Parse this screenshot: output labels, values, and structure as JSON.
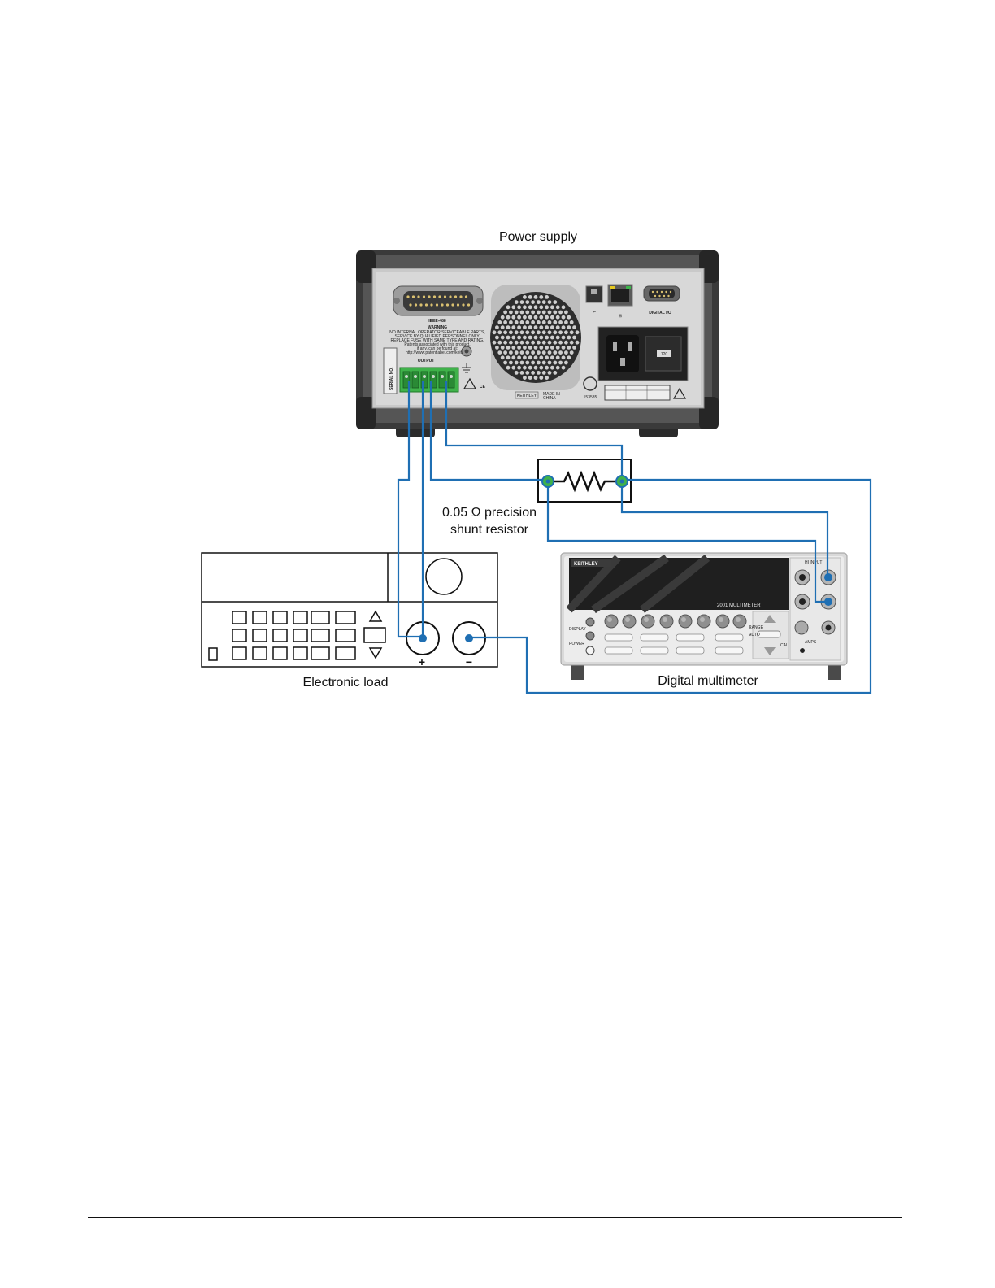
{
  "labels": {
    "power_supply": "Power supply",
    "shunt_line1": "0.05 Ω precision",
    "shunt_line2": "shunt resistor",
    "electronic_load": "Electronic load",
    "digital_multimeter": "Digital multimeter",
    "load_plus": "+",
    "load_minus": "−"
  },
  "power_supply_panel": {
    "ieee_label": "IEEE-488",
    "warning_title": "WARNING",
    "warning_line1": "NO INTERNAL OPERATOR SERVICEABLE PARTS,",
    "warning_line2": "SERVICE BY QUALIFIED PERSONNEL ONLY.",
    "warning_line3": "REPLACE FUSE WITH SAME TYPE AND RATING.",
    "warning_line4": "Patents associated with this product,",
    "warning_line5": "if any, can be found at:",
    "warning_line6": "http://www.patentlabel.com/keithley",
    "serial_label": "SERIAL NO.",
    "output_label": "OUTPUT",
    "digital_io_label": "DIGITAL I/O",
    "brand": "KEITHLEY",
    "made_in_line1": "MADE IN",
    "made_in_line2": "CHINA",
    "cert_number": "153535",
    "voltage_window": "120"
  },
  "dmm_panel": {
    "brand": "KEITHLEY",
    "model": "2001 MULTIMETER",
    "hi_input": "HI INPUT",
    "display_label": "DISPLAY",
    "power_label": "POWER",
    "range_label": "RANGE",
    "auto_label": "AUTO",
    "amps_label": "AMPS",
    "cal_label": "CAL"
  }
}
